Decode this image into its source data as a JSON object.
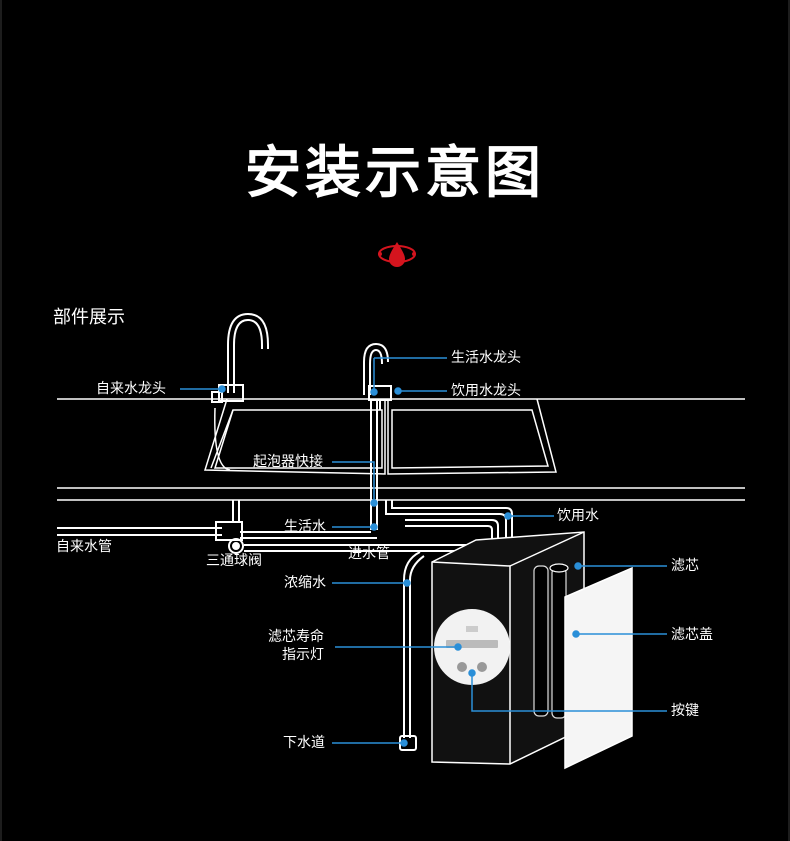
{
  "title": "安装示意图",
  "section_label": "部件展示",
  "labels": {
    "domestic_faucet": "自来水龙头",
    "living_water_faucet": "生活水龙头",
    "drinking_water_faucet": "饮用水龙头",
    "bubbler_quick_connect": "起泡器快接",
    "drinking_water": "饮用水",
    "living_water": "生活水",
    "tap_water_pipe": "自来水管",
    "three_way_valve": "三通球阀",
    "inlet_pipe": "进水管",
    "concentrate_water": "浓缩水",
    "filter_life_line1": "滤芯寿命",
    "filter_life_line2": "指示灯",
    "drain": "下水道",
    "filter": "滤芯",
    "filter_cover": "滤芯盖",
    "button": "按键"
  },
  "colors": {
    "background": "#000000",
    "line": "#ffffff",
    "leader": "#2a8fd8",
    "accent_red": "#d4141e"
  },
  "icons": [
    "water-drop-icon"
  ]
}
